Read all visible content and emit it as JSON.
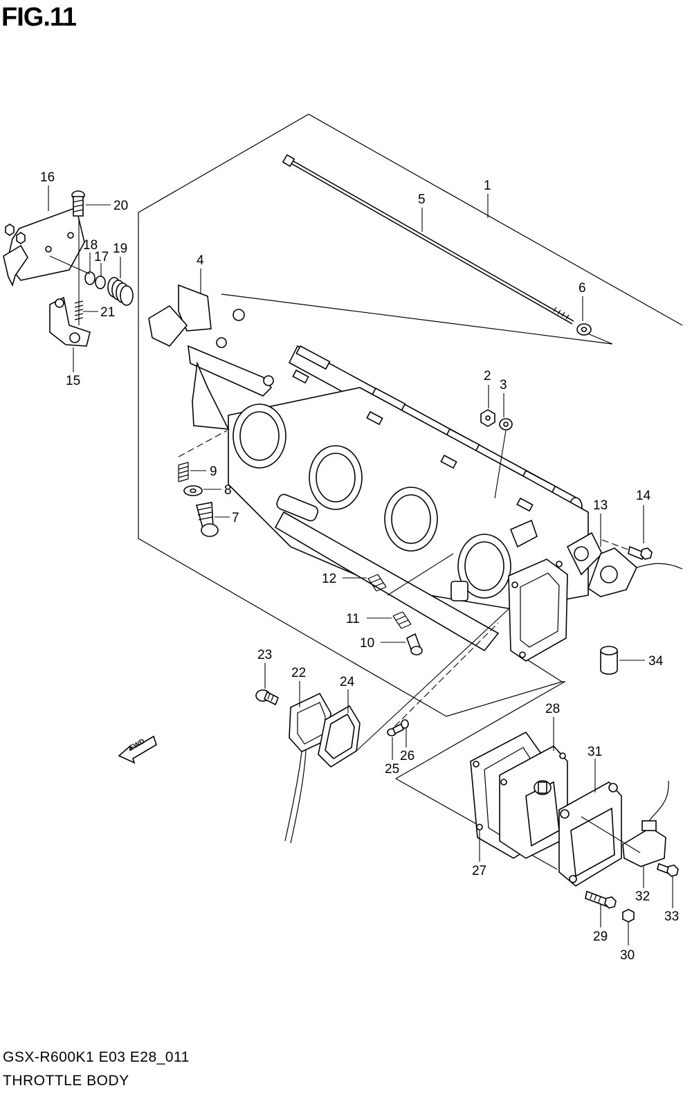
{
  "figure": {
    "title": "FIG.11"
  },
  "footer": {
    "code": "GSX-R600K1 E03 E28_011",
    "name": "THROTTLE BODY"
  },
  "direction_marker": {
    "label": "FWD",
    "icon": "forward-arrow-icon"
  },
  "callouts": [
    {
      "id": "1",
      "label": "1"
    },
    {
      "id": "2",
      "label": "2"
    },
    {
      "id": "3",
      "label": "3"
    },
    {
      "id": "4",
      "label": "4"
    },
    {
      "id": "5",
      "label": "5"
    },
    {
      "id": "6",
      "label": "6"
    },
    {
      "id": "7",
      "label": "7"
    },
    {
      "id": "8",
      "label": "8"
    },
    {
      "id": "9",
      "label": "9"
    },
    {
      "id": "10",
      "label": "10"
    },
    {
      "id": "11",
      "label": "11"
    },
    {
      "id": "12",
      "label": "12"
    },
    {
      "id": "13",
      "label": "13"
    },
    {
      "id": "14",
      "label": "14"
    },
    {
      "id": "15",
      "label": "15"
    },
    {
      "id": "16",
      "label": "16"
    },
    {
      "id": "17",
      "label": "17"
    },
    {
      "id": "18",
      "label": "18"
    },
    {
      "id": "19",
      "label": "19"
    },
    {
      "id": "20",
      "label": "20"
    },
    {
      "id": "21",
      "label": "21"
    },
    {
      "id": "22",
      "label": "22"
    },
    {
      "id": "23",
      "label": "23"
    },
    {
      "id": "24",
      "label": "24"
    },
    {
      "id": "25",
      "label": "25"
    },
    {
      "id": "26",
      "label": "26"
    },
    {
      "id": "27",
      "label": "27"
    },
    {
      "id": "28",
      "label": "28"
    },
    {
      "id": "29",
      "label": "29"
    },
    {
      "id": "30",
      "label": "30"
    },
    {
      "id": "31",
      "label": "31"
    },
    {
      "id": "32",
      "label": "32"
    },
    {
      "id": "33",
      "label": "33"
    },
    {
      "id": "34",
      "label": "34"
    }
  ]
}
